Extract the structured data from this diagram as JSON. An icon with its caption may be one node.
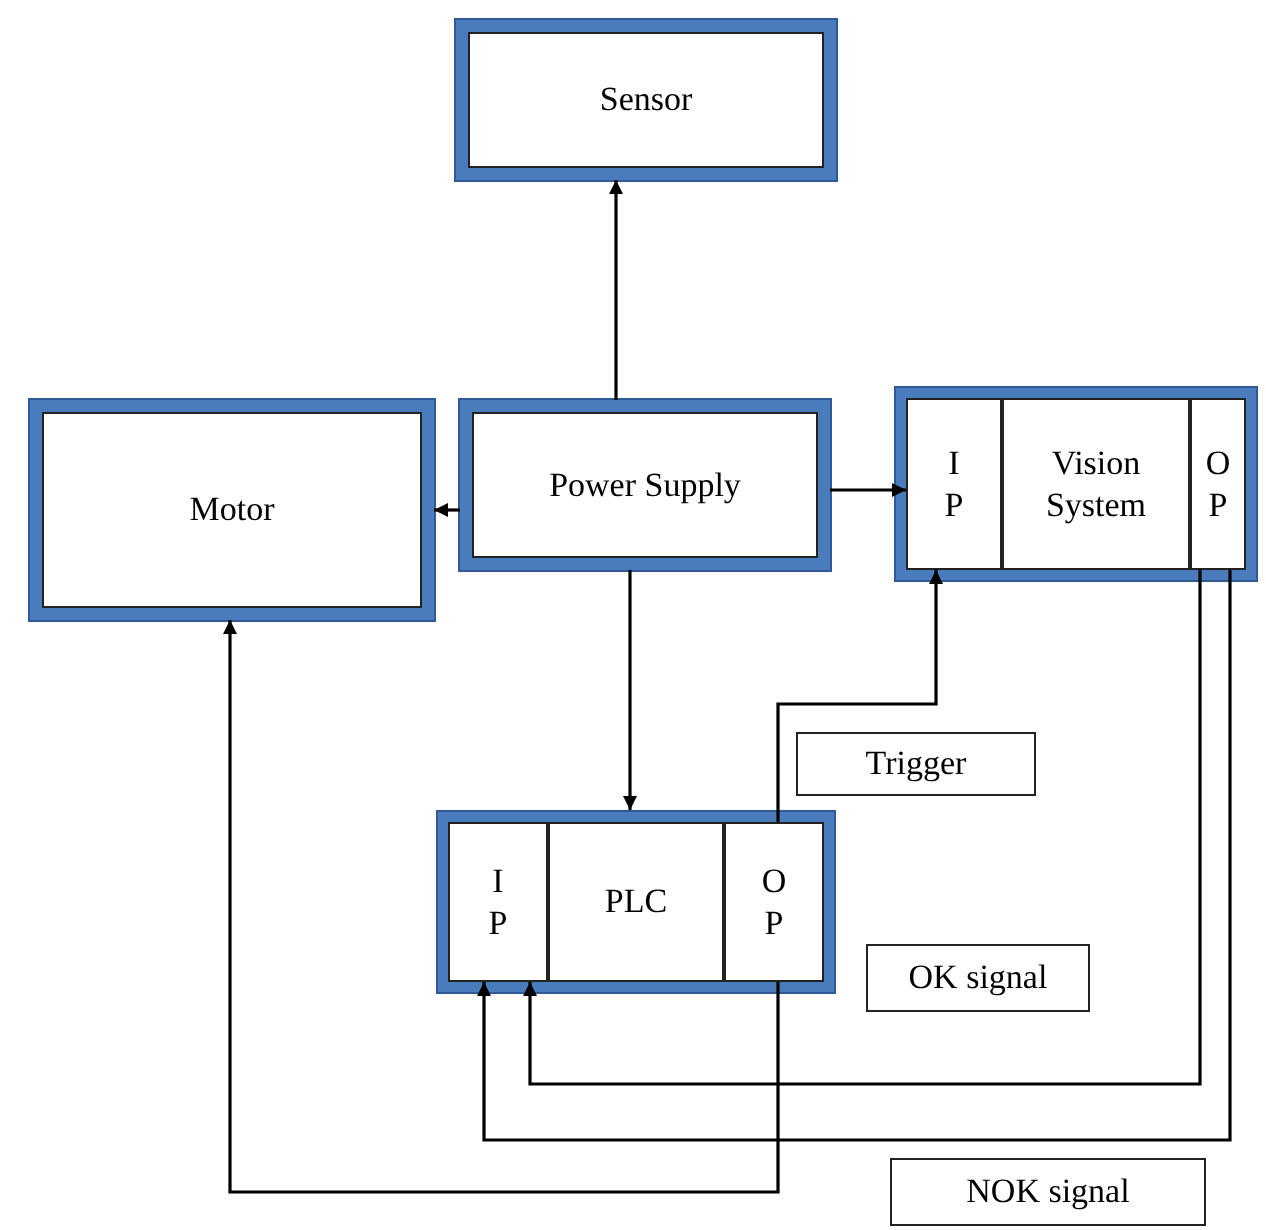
{
  "diagram": {
    "nodes": [
      {
        "text": [
          "Sensor"
        ]
      },
      {
        "text": [
          "Motor"
        ]
      },
      {
        "text": [
          "Power Supply"
        ]
      },
      {
        "text": [],
        "shape": "box"
      },
      {
        "text": [
          "I P"
        ],
        "in": 3
      },
      {
        "text": [
          "Vision System"
        ],
        "in": 3
      },
      {
        "text": [
          "O P"
        ],
        "in": 3
      },
      {
        "text": [],
        "shape": "box"
      },
      {
        "text": [
          "I P"
        ],
        "in": 7
      },
      {
        "text": [
          "PLC"
        ],
        "in": 7
      },
      {
        "text": [
          "O P"
        ],
        "in": 7
      }
    ],
    "edges": [
      {
        "from": 2,
        "to": 0,
        "arrow": "to"
      },
      {
        "from": 2,
        "to": 1,
        "arrow": "to"
      },
      {
        "from": 2,
        "to": 4,
        "arrow": "to"
      },
      {
        "from": 2,
        "to": 7,
        "arrow": "to"
      },
      {
        "from": 10,
        "to": 4,
        "arrow": "to",
        "label": "Trigger"
      },
      {
        "from": 6,
        "to": 8,
        "arrow": "to",
        "label": "OK signal"
      },
      {
        "from": 6,
        "to": 8,
        "arrow": "to",
        "label": "NOK signal"
      },
      {
        "from": 10,
        "to": 1,
        "arrow": "to"
      }
    ]
  }
}
